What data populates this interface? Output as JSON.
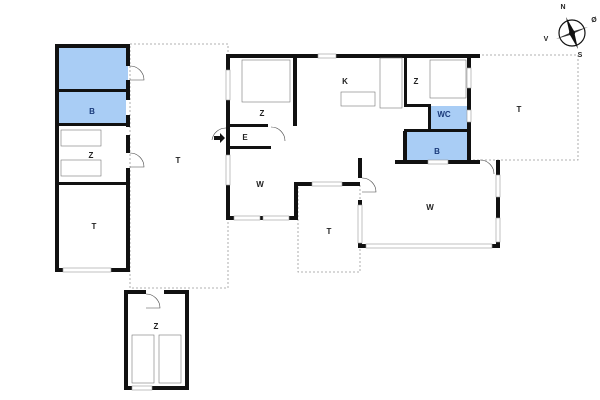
{
  "plan": {
    "colors": {
      "wall": "#111111",
      "wet_room": "#a9cdf5",
      "terrace_outline": "#999999"
    },
    "rooms": {
      "annex_bath_label": "B",
      "annex_bedroom_label": "Z",
      "annex_terrace_label": "T",
      "central_terrace_label": "T",
      "bedroom_main_label": "Z",
      "entrance_label": "E",
      "living_left_label": "W",
      "kitchen_label": "K",
      "bedroom_right_label": "Z",
      "wc_label": "WC",
      "bath_right_label": "B",
      "terrace_right_label": "T",
      "living_right_label": "W",
      "terrace_lower_label": "T",
      "bottom_bedroom_label": "Z"
    },
    "compass": {
      "north": "N",
      "east": "Ø",
      "south": "S",
      "west": "V"
    }
  }
}
